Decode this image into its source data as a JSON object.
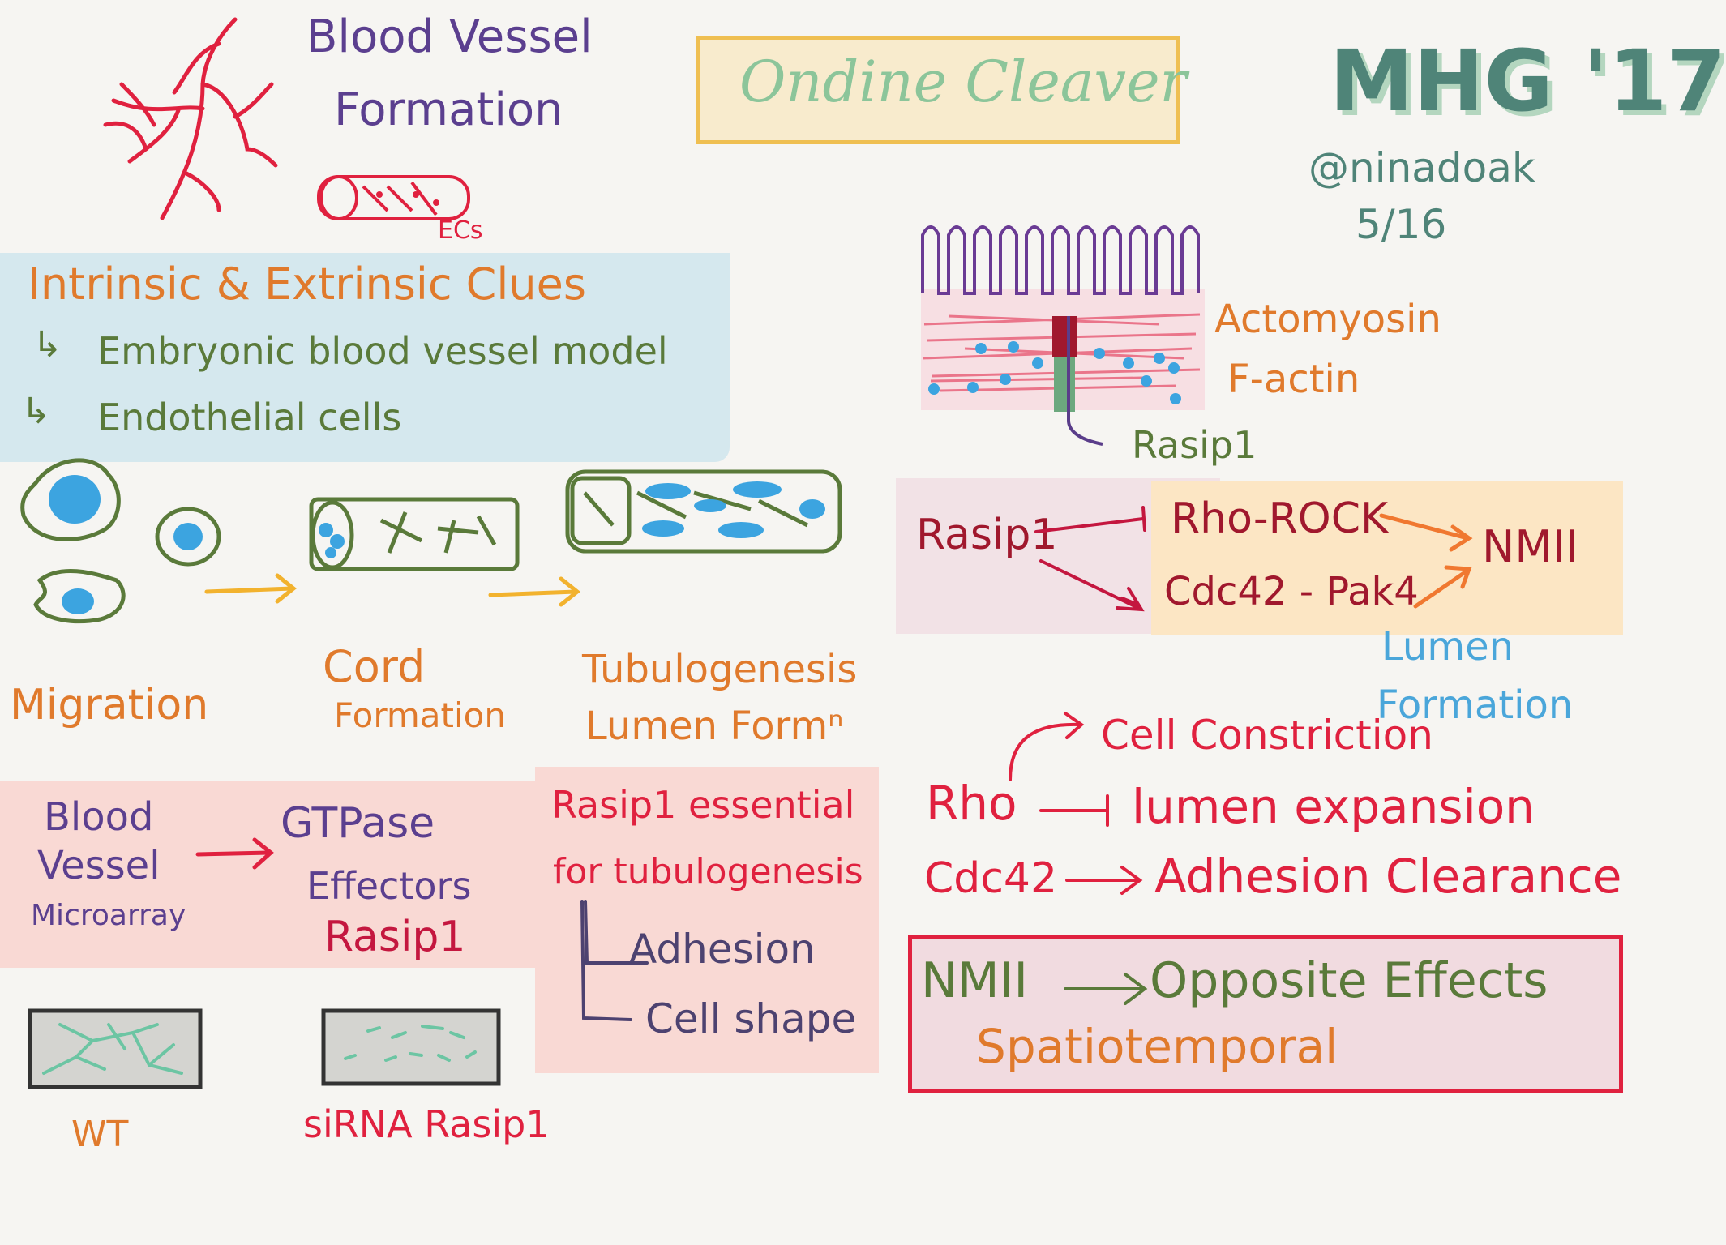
{
  "title": "Ondine Cleaver",
  "event": "MHG '17",
  "author": "@ninadoak",
  "date": "5/16",
  "header": {
    "line1": "Blood Vessel",
    "line2": "Formation",
    "ec_label": "ECs"
  },
  "clues": {
    "heading": "Intrinsic & Extrinsic Clues",
    "items": [
      "Embryonic blood vessel model",
      "Endothelial cells"
    ]
  },
  "stages": [
    "Migration",
    "Cord",
    "Formation",
    "Tubulogenesis",
    "Lumen Formⁿ"
  ],
  "microarray": {
    "source_lines": [
      "Blood",
      "Vessel",
      "Microarray"
    ],
    "target_lines": [
      "GTPase",
      "Effectors",
      "Rasip1"
    ]
  },
  "essential": {
    "lines": [
      "Rasip1 essential",
      "for tubulogenesis"
    ],
    "items": [
      "Adhesion",
      "Cell shape"
    ]
  },
  "panels": {
    "wt": "WT",
    "sirna": "siRNA Rasip1"
  },
  "cell_diagram": {
    "labels": [
      "Actomyosin",
      "F-actin",
      "Rasip1"
    ]
  },
  "pathway": {
    "source": "Rasip1",
    "targets": [
      "Rho-ROCK",
      "Cdc42 - Pak4"
    ],
    "effector": "NMII",
    "outcome_lines": [
      "Lumen",
      "Formation"
    ]
  },
  "rho_block": {
    "rho": "Rho",
    "rho_targets": [
      "Cell Constriction",
      "lumen expansion"
    ],
    "cdc42": "Cdc42",
    "cdc42_target": "Adhesion Clearance"
  },
  "summary": {
    "lhs": "NMII",
    "rhs": "Opposite Effects",
    "line2": "Spatiotemporal"
  },
  "colors": {
    "purple": "#5b3f8f",
    "red": "#e0213f",
    "orange": "#e07a2c",
    "green": "#5a7a3a",
    "crimson": "#c4173f",
    "blue_text": "#4aa6da",
    "title_green": "#8cc59a",
    "title_box_fill": "#f8ebcd",
    "title_box_border": "#efbf52",
    "clues_fill": "#d5e8ee",
    "pink_fill": "#f9d9d4",
    "pathway_fill": "#f2e2e6",
    "yellow_fill": "#fce6c4",
    "summary_fill": "#f1dbe0",
    "summary_border": "#e0213f",
    "cell_blue": "#3ca4e0",
    "mhg": "#4f8478"
  }
}
